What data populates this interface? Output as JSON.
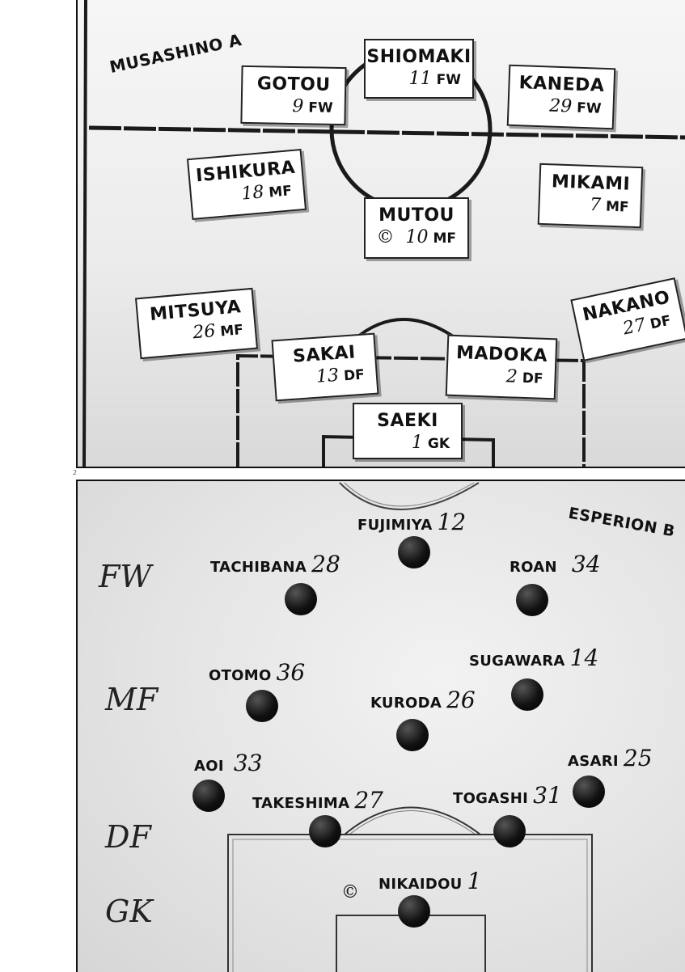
{
  "page_number": "2",
  "top_panel": {
    "team_name": "MUSASHINO A",
    "cards": [
      {
        "name": "SHIOMAKI",
        "number": "11",
        "position": "FW",
        "captain": false
      },
      {
        "name": "GOTOU",
        "number": "9",
        "position": "FW",
        "captain": false
      },
      {
        "name": "KANEDA",
        "number": "29",
        "position": "FW",
        "captain": false
      },
      {
        "name": "ISHIKURA",
        "number": "18",
        "position": "MF",
        "captain": false
      },
      {
        "name": "MIKAMI",
        "number": "7",
        "position": "MF",
        "captain": false
      },
      {
        "name": "MUTOU",
        "number": "10",
        "position": "MF",
        "captain": true,
        "captain_mark": "©"
      },
      {
        "name": "MITSUYA",
        "number": "26",
        "position": "MF",
        "captain": false
      },
      {
        "name": "NAKANO",
        "number": "27",
        "position": "DF",
        "captain": false
      },
      {
        "name": "SAKAI",
        "number": "13",
        "position": "DF",
        "captain": false
      },
      {
        "name": "MADOKA",
        "number": "2",
        "position": "DF",
        "captain": false
      },
      {
        "name": "SAEKI",
        "number": "1",
        "position": "GK",
        "captain": false
      }
    ]
  },
  "bottom_panel": {
    "team_name": "ESPERION B",
    "row_labels": {
      "fw": "FW",
      "mf": "MF",
      "df": "DF",
      "gk": "GK"
    },
    "players": [
      {
        "name": "FUJIMIYA",
        "number": "12"
      },
      {
        "name": "TACHIBANA",
        "number": "28"
      },
      {
        "name": "ROAN",
        "number": "34"
      },
      {
        "name": "OTOMO",
        "number": "36"
      },
      {
        "name": "SUGAWARA",
        "number": "14"
      },
      {
        "name": "KURODA",
        "number": "26"
      },
      {
        "name": "AOI",
        "number": "33"
      },
      {
        "name": "ASARI",
        "number": "25"
      },
      {
        "name": "TAKESHIMA",
        "number": "27"
      },
      {
        "name": "TOGASHI",
        "number": "31"
      },
      {
        "name": "NIKAIDOU",
        "number": "1"
      }
    ],
    "captain_mark": "©"
  }
}
